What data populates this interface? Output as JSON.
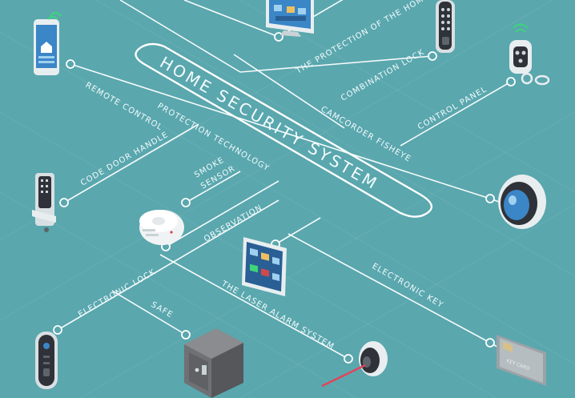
{
  "title": "HOME SECURITY SYSTEM",
  "labels": {
    "protection_of_home": "THE PROTECTION OF THE HOME",
    "combination_lock": "COMBINATION LOCK",
    "camcorder_fisheye": "CAMCORDER FISHEYE",
    "control_panel": "CONTROL PANEL",
    "remote_control": "REMOTE CONTROL",
    "protection_technology": "PROTECTION TECHNOLOGY",
    "code_door_handle": "CODE DOOR HANDLE",
    "smoke": "SMOKE",
    "sensor": "SENSOR",
    "observation": "OBSERVATION",
    "electronic_key": "ELECTRONIC KEY",
    "electronic_lock": "ELECTRONIC LOCK",
    "safe": "SAFE",
    "laser_alarm_system": "THE LASER ALARM SYSTEM"
  },
  "devices": {
    "key_card": "KEY CARD"
  },
  "colors": {
    "background": "#5aa7ae",
    "line": "#ffffff",
    "device_dark": "#2f3238",
    "device_light": "#e8eef0",
    "screen_blue": "#3a86c7",
    "safe_grey": "#6f7174"
  }
}
